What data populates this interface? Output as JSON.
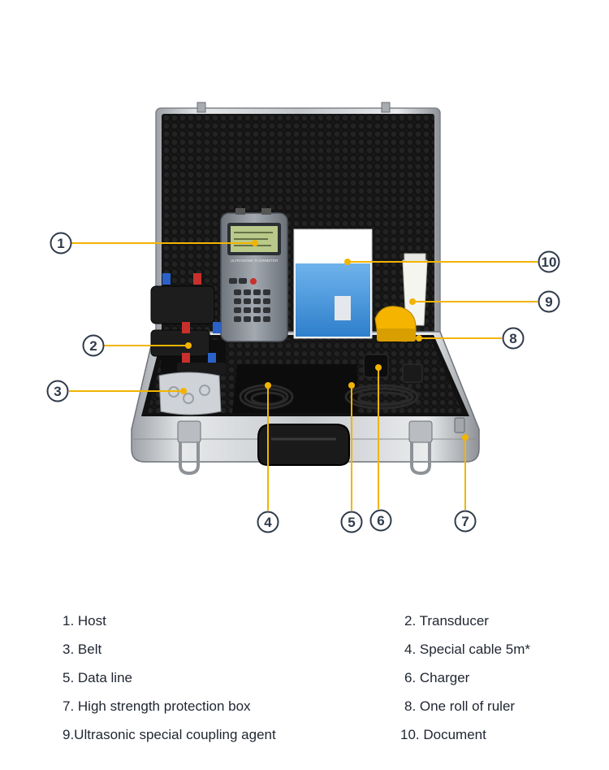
{
  "callouts": [
    {
      "num": "1"
    },
    {
      "num": "2"
    },
    {
      "num": "3"
    },
    {
      "num": "4"
    },
    {
      "num": "5"
    },
    {
      "num": "6"
    },
    {
      "num": "7"
    },
    {
      "num": "8"
    },
    {
      "num": "9"
    },
    {
      "num": "10"
    }
  ],
  "parts": [
    "1. Host",
    "2. Transducer",
    "3. Belt",
    "4. Special cable 5m*",
    "5. Data line",
    "6. Charger",
    "7. High strength protection box",
    "8. One roll of ruler",
    "9.Ultrasonic special coupling agent",
    "10. Document"
  ],
  "device": {
    "model_label": "ULTRASONIC FLOWMETER"
  },
  "colors": {
    "callout_line": "#f2b400",
    "callout_ring": "#2f3a4a",
    "foam": "#161616",
    "case_aluminium": "#c9ccd0",
    "device_body": "#8c929a",
    "lcd": "#b9c98a",
    "document_blue": "#3b8fd9",
    "tape_yellow": "#f4b400"
  }
}
